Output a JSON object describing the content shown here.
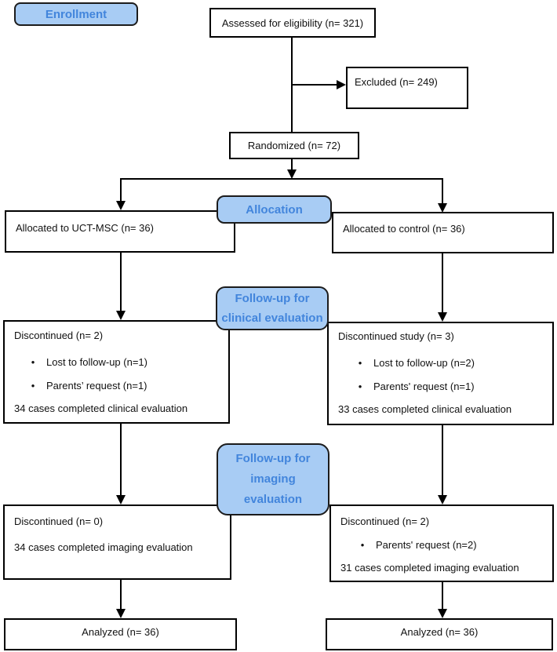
{
  "badges": {
    "enrollment": "Enrollment",
    "allocation": "Allocation",
    "followup_clinical": {
      "line1": "Follow-up for",
      "line2": "clinical evaluation"
    },
    "followup_imaging": {
      "line1": "Follow-up for",
      "line2": "imaging",
      "line3": "evaluation"
    }
  },
  "boxes": {
    "assessed": "Assessed for eligibility (n= 321)",
    "excluded": "Excluded (n= 249)",
    "randomized": "Randomized (n= 72)",
    "allocated_left": "Allocated to UCT-MSC (n= 36)",
    "allocated_right": "Allocated to control (n= 36)",
    "clinical_left": {
      "title": "Discontinued (n= 2)",
      "bullets": [
        "Lost to follow-up (n=1)",
        "Parents’ request (n=1)"
      ],
      "footer": "34 cases completed clinical evaluation"
    },
    "clinical_right": {
      "title": "Discontinued study (n= 3)",
      "bullets": [
        "Lost to follow-up (n=2)",
        "Parents' request (n=1)"
      ],
      "footer": "33 cases completed clinical evaluation"
    },
    "imaging_left": {
      "title": "Discontinued (n= 0)",
      "footer": "34 cases completed imaging evaluation"
    },
    "imaging_right": {
      "title": "Discontinued (n= 2)",
      "bullets": [
        "Parents' request (n=2)"
      ],
      "footer": "31 cases completed imaging evaluation"
    },
    "analyzed_left": "Analyzed (n= 36)",
    "analyzed_right": "Analyzed (n= 36)"
  },
  "bullet_glyph": "•",
  "colors": {
    "badge_fill": "#a8ccf4",
    "badge_text": "#4285dc",
    "box_border": "#000000"
  }
}
